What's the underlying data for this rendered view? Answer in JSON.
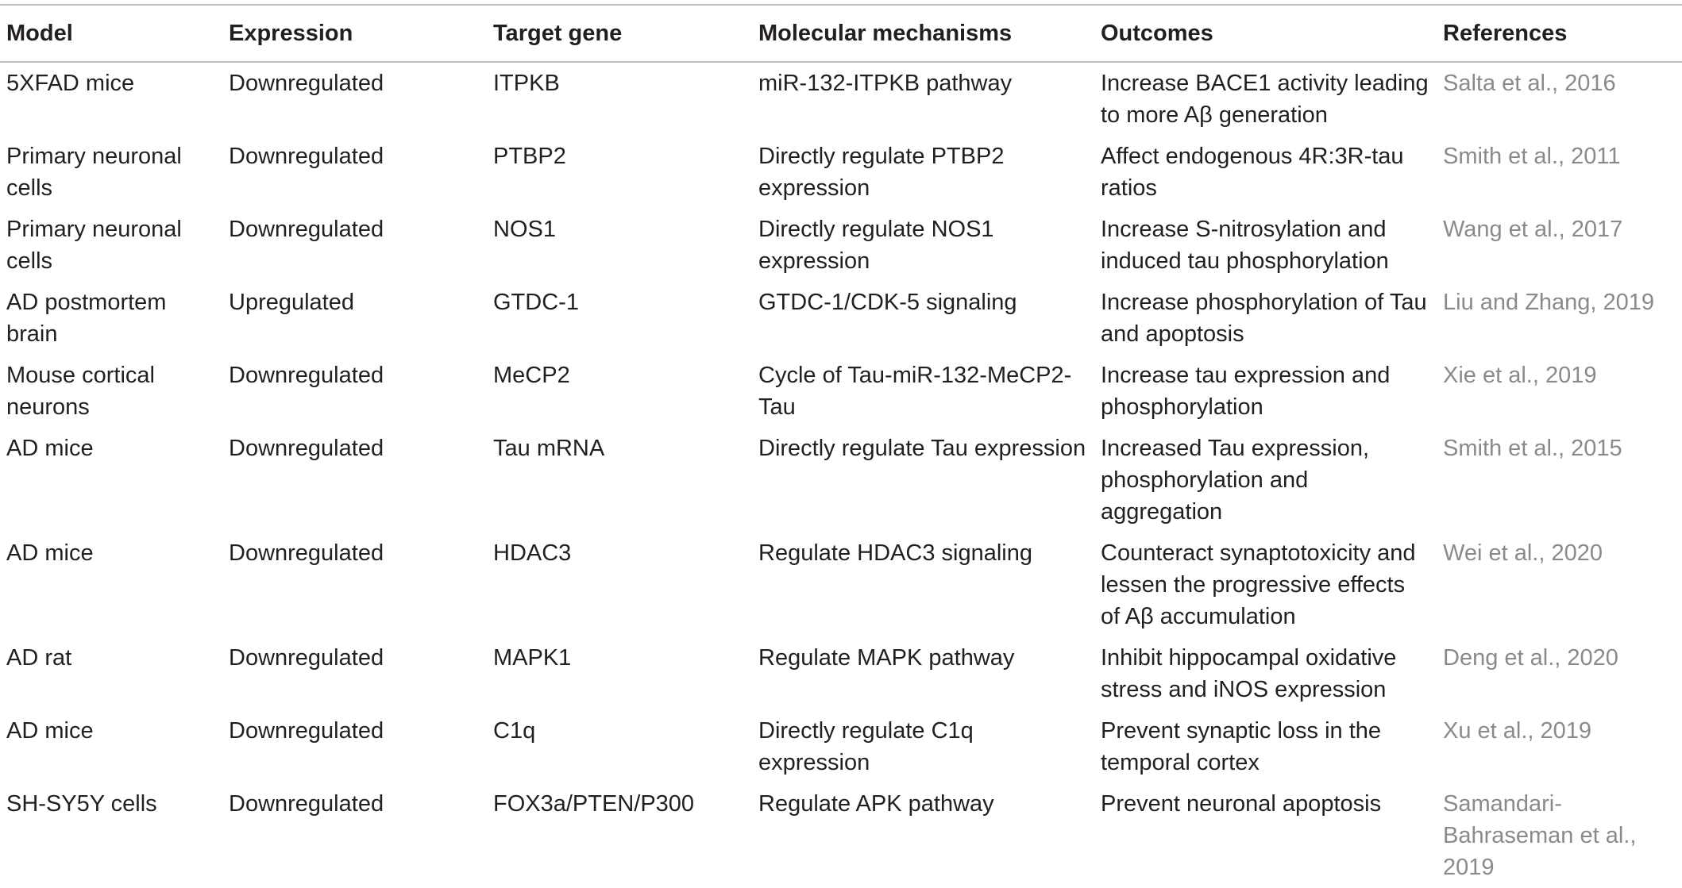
{
  "table": {
    "headers": [
      "Model",
      "Expression",
      "Target gene",
      "Molecular mechanisms",
      "Outcomes",
      "References"
    ],
    "rows": [
      [
        "5XFAD mice",
        "Downregulated",
        "ITPKB",
        "miR-132-ITPKB pathway",
        "Increase BACE1 activity leading to more Aβ generation",
        "Salta et al., 2016"
      ],
      [
        "Primary neuronal cells",
        "Downregulated",
        "PTBP2",
        "Directly regulate PTBP2 expression",
        "Affect endogenous 4R:3R-tau ratios",
        "Smith et al., 2011"
      ],
      [
        "Primary neuronal cells",
        "Downregulated",
        "NOS1",
        "Directly regulate NOS1 expression",
        "Increase S-nitrosylation and induced tau phosphorylation",
        "Wang et al., 2017"
      ],
      [
        "AD postmortem brain",
        "Upregulated",
        "GTDC-1",
        "GTDC-1/CDK-5 signaling",
        "Increase phosphorylation of Tau and apoptosis",
        "Liu and Zhang, 2019"
      ],
      [
        "Mouse cortical neurons",
        "Downregulated",
        "MeCP2",
        "Cycle of Tau-miR-132-MeCP2-Tau",
        "Increase tau expression and phosphorylation",
        "Xie et al., 2019"
      ],
      [
        "AD mice",
        "Downregulated",
        "Tau mRNA",
        "Directly regulate Tau expression",
        "Increased Tau expression, phosphorylation and aggregation",
        "Smith et al., 2015"
      ],
      [
        "AD mice",
        "Downregulated",
        "HDAC3",
        "Regulate HDAC3 signaling",
        "Counteract synaptotoxicity and lessen the progressive effects of Aβ accumulation",
        "Wei et al., 2020"
      ],
      [
        "AD rat",
        "Downregulated",
        "MAPK1",
        "Regulate MAPK pathway",
        "Inhibit hippocampal oxidative stress and iNOS expression",
        "Deng et al., 2020"
      ],
      [
        "AD mice",
        "Downregulated",
        "C1q",
        "Directly regulate C1q expression",
        "Prevent synaptic loss in the temporal cortex",
        "Xu et al., 2019"
      ],
      [
        "SH-SY5Y cells",
        "Downregulated",
        "FOX3a/PTEN/P300",
        "Regulate APK pathway",
        "Prevent neuronal apoptosis",
        "Samandari-Bahraseman et al., 2019"
      ]
    ]
  }
}
